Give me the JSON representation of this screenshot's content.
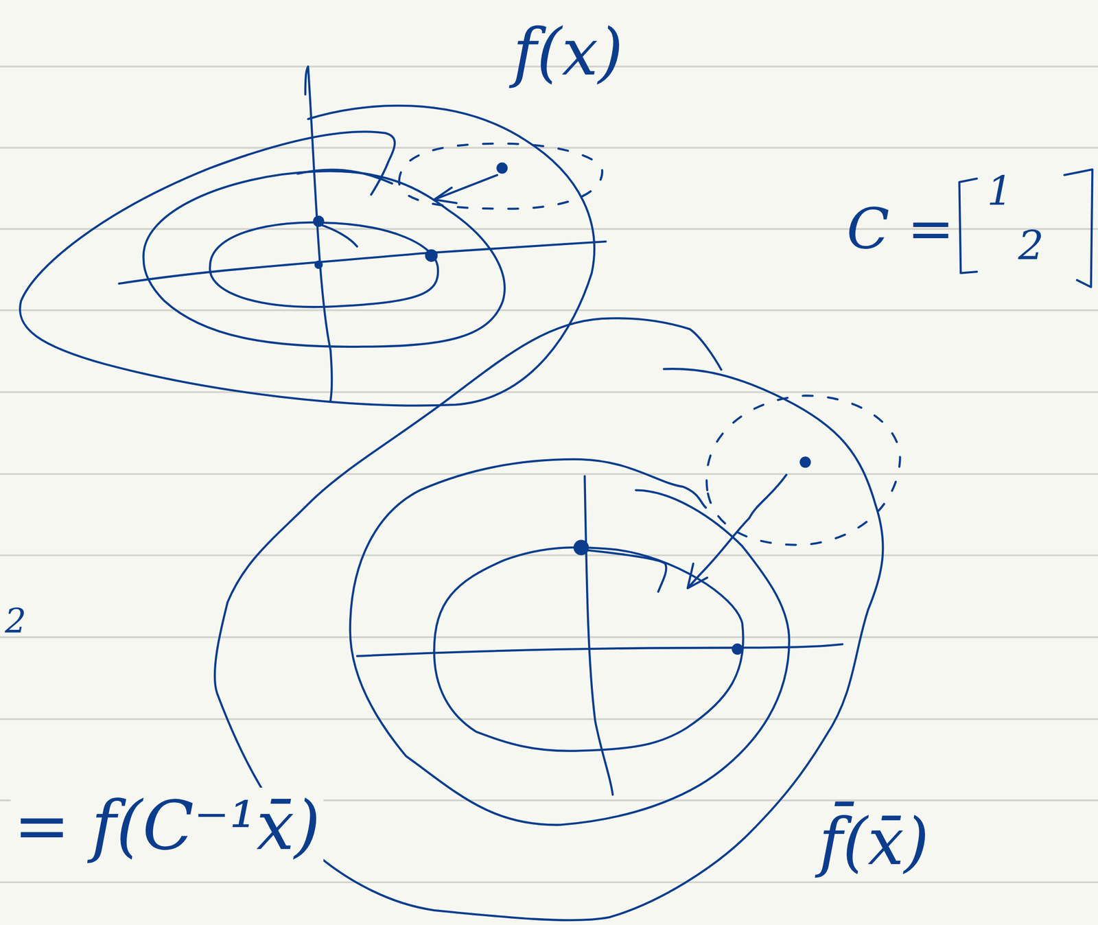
{
  "diagram": {
    "labels": [
      "f(x)",
      "C =",
      "1",
      "2",
      "2",
      "= f(C⁻¹x̄)",
      "f̄(x̄)"
    ]
  }
}
